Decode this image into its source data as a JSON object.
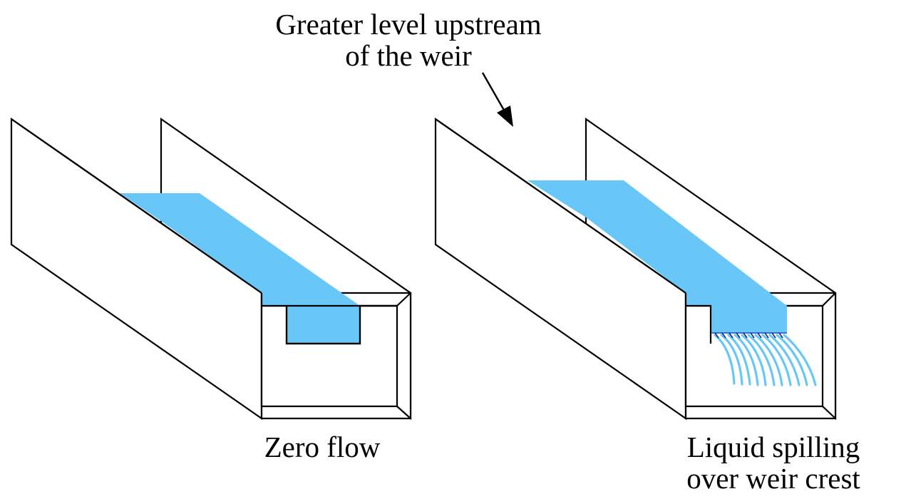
{
  "annotation": {
    "line1": "Greater level upstream",
    "line2": "of the weir"
  },
  "captions": {
    "left": "Zero flow",
    "right_line1": "Liquid spilling",
    "right_line2": "over weir crest"
  },
  "colors": {
    "liquid": "#69c7f8",
    "spill_stream": "#69c7f8",
    "weir_crest_edge": "#3a6fd8",
    "outline": "#000000",
    "background": "#ffffff"
  },
  "icons": {
    "pointer": "arrow-icon"
  }
}
